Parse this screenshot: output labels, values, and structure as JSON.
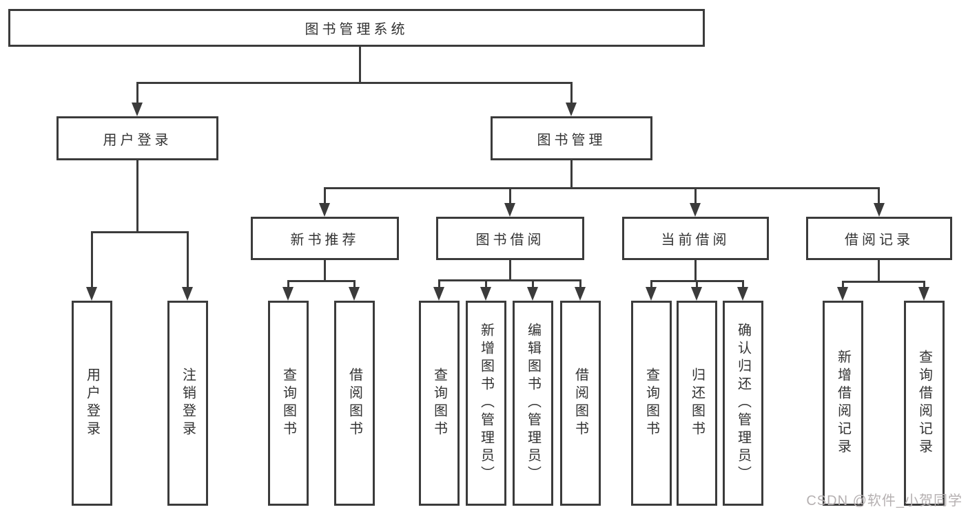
{
  "diagram": {
    "root": {
      "label": "图书管理系统"
    },
    "level2": [
      {
        "label": "用户登录"
      },
      {
        "label": "图书管理"
      }
    ],
    "level3": [
      {
        "label": "新书推荐",
        "parent": "图书管理"
      },
      {
        "label": "图书借阅",
        "parent": "图书管理"
      },
      {
        "label": "当前借阅",
        "parent": "图书管理"
      },
      {
        "label": "借阅记录",
        "parent": "图书管理"
      }
    ],
    "leaves": [
      {
        "label": "用户登录",
        "parent": "用户登录"
      },
      {
        "label": "注销登录",
        "parent": "用户登录"
      },
      {
        "label": "查询图书",
        "parent": "新书推荐"
      },
      {
        "label": "借阅图书",
        "parent": "新书推荐"
      },
      {
        "label": "查询图书",
        "parent": "图书借阅"
      },
      {
        "label": "新增图书（管理员）",
        "parent": "图书借阅"
      },
      {
        "label": "编辑图书（管理员）",
        "parent": "图书借阅"
      },
      {
        "label": "借阅图书",
        "parent": "图书借阅"
      },
      {
        "label": "查询图书",
        "parent": "当前借阅"
      },
      {
        "label": "归还图书",
        "parent": "当前借阅"
      },
      {
        "label": "确认归还（管理员）",
        "parent": "当前借阅"
      },
      {
        "label": "新增借阅记录",
        "parent": "借阅记录"
      },
      {
        "label": "查询借阅记录",
        "parent": "借阅记录"
      }
    ],
    "colors": {
      "line": "#3b3b3b",
      "text": "#333333",
      "background": "#ffffff",
      "watermark": "#b5b0b1"
    },
    "watermark": "CSDN @软件_小贺同学"
  }
}
